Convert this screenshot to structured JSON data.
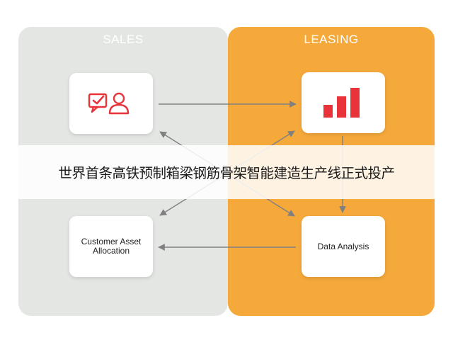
{
  "panels": {
    "left_title": "SALES",
    "right_title": "LEASING"
  },
  "cards": {
    "top_left_icon": "customer-check-icon",
    "top_right_icon": "bar-chart-icon",
    "bottom_left_label": "Customer Asset Allocation",
    "bottom_right_label": "Data Analysis"
  },
  "banner": {
    "text": "世界首条高铁预制箱梁钢筋骨架智能建造生产线正式投产"
  },
  "colors": {
    "left_panel": "#e4e6e4",
    "right_panel": "#f6a93b",
    "icon_red": "#e8333b",
    "arrow": "#808080"
  }
}
